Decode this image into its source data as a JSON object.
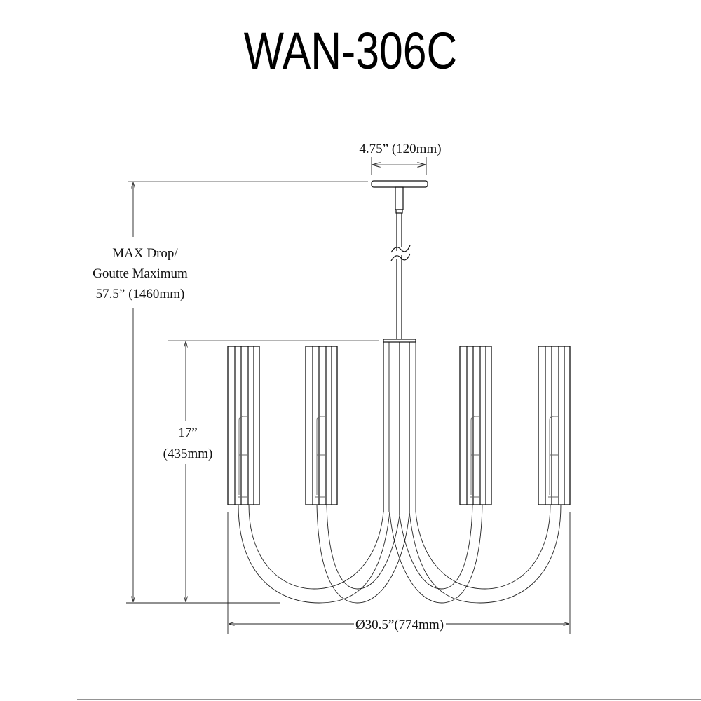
{
  "title": "WAN-306C",
  "dimensions": {
    "canopy_width": "4.75” (120mm)",
    "max_drop_line1": "MAX Drop/",
    "max_drop_line2": "Goutte Maximum",
    "max_drop_line3": "57.5” (1460mm)",
    "height_line1": "17”",
    "height_line2": "(435mm)",
    "diameter": "Ø30.5”(774mm)"
  },
  "colors": {
    "line": "#111111",
    "guide": "#888888"
  }
}
